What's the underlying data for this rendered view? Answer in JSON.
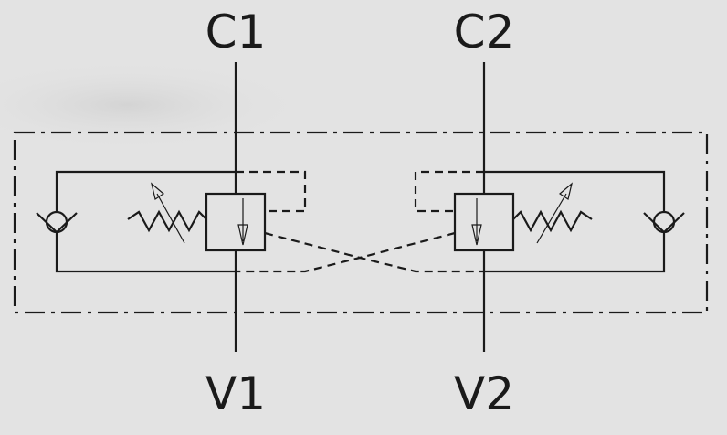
{
  "ports": {
    "c1": "C1",
    "c2": "C2",
    "v1": "V1",
    "v2": "V2"
  },
  "colors": {
    "background": "#e3e3e3",
    "line": "#1a1a1a",
    "valve_fill": "#ffffff"
  },
  "symbols": {
    "left_check_valve": "check-valve-icon",
    "right_check_valve": "check-valve-icon",
    "left_spring": "adjustable-spring-icon",
    "right_spring": "adjustable-spring-icon",
    "left_valve_body": "relief-valve-icon",
    "right_valve_body": "relief-valve-icon"
  }
}
